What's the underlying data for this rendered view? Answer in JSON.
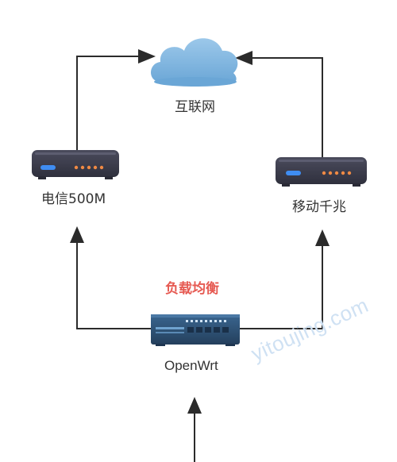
{
  "nodes": {
    "internet": {
      "label": "互联网"
    },
    "isp_left": {
      "label": "电信500M"
    },
    "isp_right": {
      "label": "移动千兆"
    },
    "balancer": {
      "label": "负载均衡"
    },
    "router": {
      "label": "OpenWrt"
    }
  },
  "watermark": {
    "text": "yitoujing.com"
  },
  "colors": {
    "arrow": "#2b2b2b",
    "cloud": "#7fb6df",
    "modem_body": "#3b3c4c",
    "modem_led_blue": "#3f8df2",
    "modem_led_orange": "#f08a44",
    "router_body": "#2e4f72",
    "balancer_text": "#e65a52",
    "watermark": "#cfe1f3"
  },
  "icons": [
    "cloud-icon",
    "modem-icon",
    "router-icon"
  ]
}
